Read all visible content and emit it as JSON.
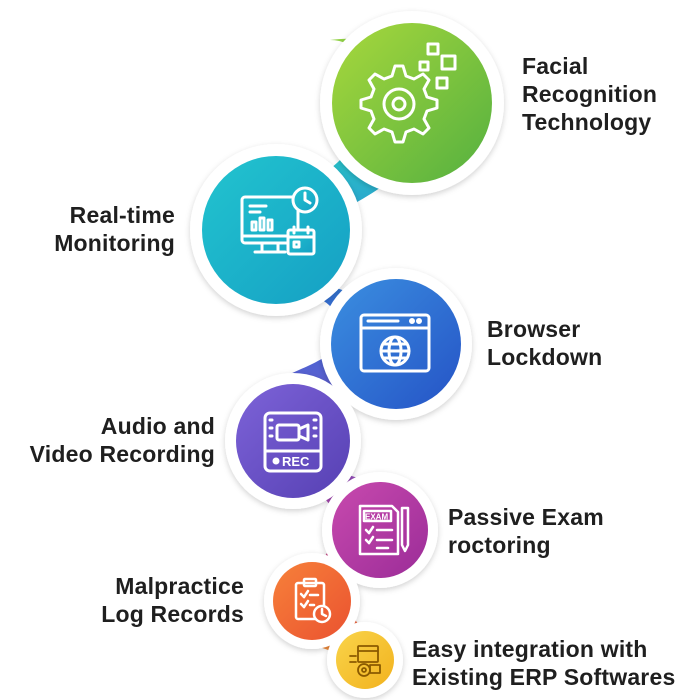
{
  "features": [
    {
      "lines": [
        "Facial",
        "Recognition",
        "Technology"
      ],
      "icon": "gear-icon",
      "color": "#7cc43c"
    },
    {
      "lines": [
        "Real-time",
        "Monitoring"
      ],
      "icon": "monitor-dashboard-icon",
      "color": "#1fb5c9"
    },
    {
      "lines": [
        "Browser",
        "Lockdown"
      ],
      "icon": "browser-globe-icon",
      "color": "#2f6fd0"
    },
    {
      "lines": [
        "Audio and",
        "Video Recording"
      ],
      "icon": "video-camera-rec-icon",
      "color": "#6f55c8"
    },
    {
      "lines": [
        "Passive Exam",
        "roctoring"
      ],
      "icon": "exam-checklist-icon",
      "color": "#b23ca6"
    },
    {
      "lines": [
        "Malpractice",
        "Log Records"
      ],
      "icon": "clipboard-clock-icon",
      "color": "#f0683a"
    },
    {
      "lines": [
        "Easy integration with",
        "Existing ERP Softwares"
      ],
      "icon": "integration-icon",
      "color": "#f6c531"
    }
  ],
  "icon_text": {
    "rec": "REC",
    "exam": "EXAM"
  }
}
